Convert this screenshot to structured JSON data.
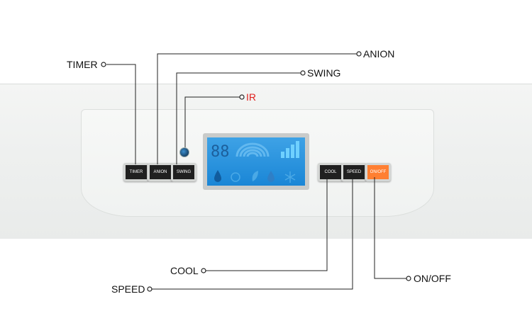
{
  "callouts": {
    "timer": "TIMER",
    "anion": "ANION",
    "swing": "SWING",
    "ir": "IR",
    "cool": "COOL",
    "speed": "SPEED",
    "onoff": "ON/OFF"
  },
  "buttons": {
    "timer": "TIMER",
    "anion": "ANION",
    "swing": "SWING",
    "cool": "COOL",
    "speed": "SPEED",
    "onoff": "ON/OFF"
  },
  "display": {
    "digits": "88",
    "background_color": "#2b95dd",
    "icons": [
      "water-drop-icon",
      "fan-icon",
      "leaf-icon",
      "humidity-icon",
      "snowflake-icon",
      "swing-arc-icon",
      "signal-bars-icon"
    ]
  },
  "colors": {
    "ir_label": "#e0201e",
    "onoff_button": "#ff7f32"
  }
}
